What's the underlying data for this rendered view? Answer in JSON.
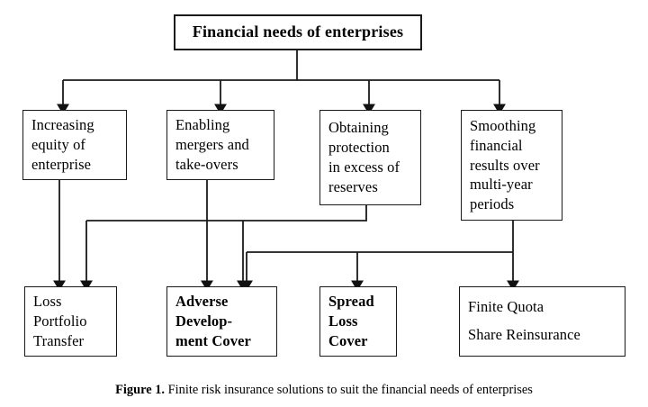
{
  "figure": {
    "caption_label": "Figure 1.",
    "caption_text": "Finite risk insurance solutions to suit the financial needs of enterprises",
    "line_color": "#1a1a1a",
    "background_color": "#ffffff"
  },
  "root": {
    "label": "Financial needs of enterprises"
  },
  "needs": [
    {
      "id": "increasing-equity",
      "lines": [
        "Increasing",
        "equity of",
        "enterprise"
      ]
    },
    {
      "id": "enabling-mergers",
      "lines": [
        "Enabling",
        "mergers and",
        "take-overs"
      ]
    },
    {
      "id": "obtaining-protection",
      "lines": [
        "Obtaining",
        "protection",
        "in excess of",
        "reserves"
      ]
    },
    {
      "id": "smoothing-results",
      "lines": [
        "Smoothing",
        "financial",
        "results over",
        "multi-year",
        "periods"
      ]
    }
  ],
  "solutions": [
    {
      "id": "loss-portfolio-transfer",
      "lines": [
        "Loss",
        "Portfolio",
        "Transfer"
      ],
      "bold": false
    },
    {
      "id": "adverse-development-cover",
      "lines": [
        "Adverse",
        "Develop-",
        "ment Cover"
      ],
      "bold": true
    },
    {
      "id": "spread-loss-cover",
      "lines": [
        "Spread",
        "Loss",
        "Cover"
      ],
      "bold": true
    },
    {
      "id": "finite-quota-share-reinsurance",
      "lines": [
        "Finite Quota",
        "Share Reinsurance"
      ],
      "bold": false
    }
  ],
  "connections": [
    {
      "from": "root",
      "to": "increasing-equity"
    },
    {
      "from": "root",
      "to": "enabling-mergers"
    },
    {
      "from": "root",
      "to": "obtaining-protection"
    },
    {
      "from": "root",
      "to": "smoothing-results"
    },
    {
      "from": "increasing-equity",
      "to": "loss-portfolio-transfer"
    },
    {
      "from": "enabling-mergers",
      "to": "adverse-development-cover"
    },
    {
      "from": "obtaining-protection",
      "to": "loss-portfolio-transfer"
    },
    {
      "from": "obtaining-protection",
      "to": "adverse-development-cover"
    },
    {
      "from": "smoothing-results",
      "to": "adverse-development-cover"
    },
    {
      "from": "smoothing-results",
      "to": "spread-loss-cover"
    },
    {
      "from": "smoothing-results",
      "to": "finite-quota-share-reinsurance"
    }
  ]
}
